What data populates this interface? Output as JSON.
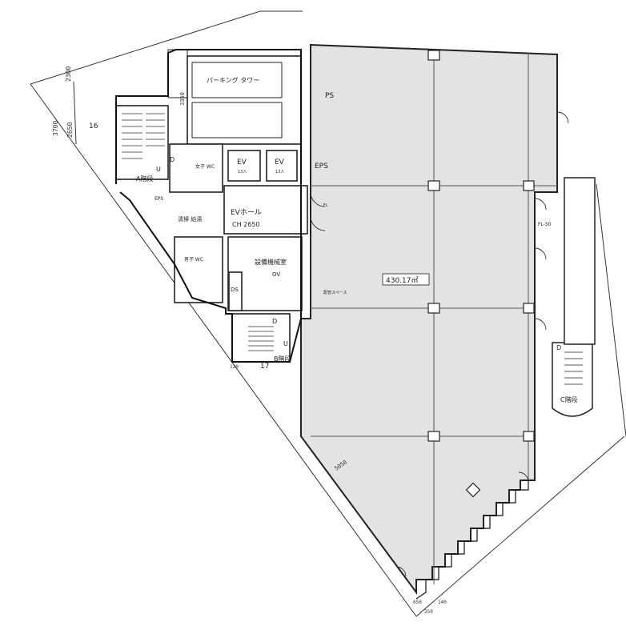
{
  "labels": {
    "parking": "パーキング タワー",
    "ev1": "EV",
    "ev1_cap": "13人",
    "ev2": "EV",
    "ev2_cap": "13人",
    "ev_hall": "EVホール",
    "ch": "CH 2650",
    "ps": "PS",
    "eps_right": "EPS",
    "eps_left": "EPS",
    "ds": "DS",
    "a_stair": "A階段",
    "b_stair": "B階段",
    "c_stair": "C階段",
    "office_area": "430.17㎡",
    "machine_room": "設備機械室",
    "service": "清掃 給湯",
    "wc_left": "男子 WC",
    "wc_mid": "女子 WC",
    "ov_mark": "OV",
    "r_partition": "FL",
    "stair_u1": "U",
    "stair_d1": "D",
    "stair_u2": "U",
    "stair_d2": "D",
    "stair_d3": "D",
    "step_count_a": "16",
    "step_count_b": "17",
    "pipe_note": "配管スペース",
    "window_note": "FL-50"
  },
  "dimensions": {
    "d2300": "2300",
    "d3700": "3700",
    "d2650": "2650",
    "d3350": "3350",
    "d5050": "5050",
    "d650": "650",
    "d250": "250",
    "d140": "140",
    "d120": "120"
  }
}
